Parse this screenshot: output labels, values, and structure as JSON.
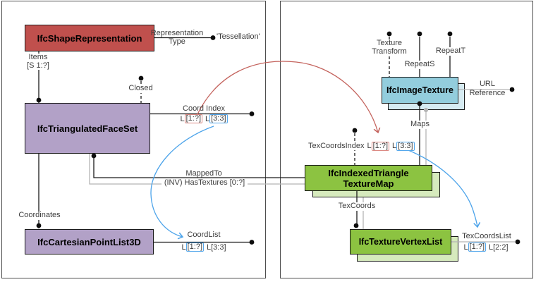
{
  "colors": {
    "entity_red": "#C0504D",
    "entity_purple": "#B2A1C7",
    "entity_blue": "#93CDDD",
    "entity_blue_shadow": "#D6EBF2",
    "entity_green": "#8CC341",
    "entity_green_shadow": "#D6EABD",
    "reference_curve_red": "#C4635D",
    "reference_curve_blue": "#4DA4EA",
    "line_black": "#1A1A1A",
    "line_gray": "#B5B5B5",
    "token_box_red": "#DC8A84",
    "token_box_blue": "#55A8EC"
  },
  "boxes": {
    "shape_representation": {
      "label": "IfcShapeRepresentation"
    },
    "triangulated_face_set": {
      "label": "IfcTriangulatedFaceSet"
    },
    "cartesian_point_list_3d": {
      "label": "IfcCartesianPointList3D"
    },
    "image_texture": {
      "label": "IfcImageTexture"
    },
    "indexed_triangle_texture_map": {
      "line1": "IfcIndexedTriangle",
      "line2": "TextureMap"
    },
    "texture_vertex_list": {
      "label": "IfcTextureVertexList"
    }
  },
  "labels": {
    "representation_type": {
      "line1": "Representation",
      "line2": "Type"
    },
    "tessellation_value": "'Tessellation'",
    "items": {
      "line1": "Items",
      "line2": "[S 1:?]"
    },
    "closed": "Closed",
    "coord_index": {
      "name": "Coord Index",
      "l1": "L",
      "b1": "[1:?]",
      "l2": "L",
      "b2": "[3:3]"
    },
    "mapped_to": "MappedTo",
    "inv_has_textures": "(INV) HasTextures [0:?]",
    "coordinates": "Coordinates",
    "coord_list": {
      "name": "CoordList",
      "l1": "L",
      "b1": "[1:?]",
      "l2": "L",
      "b2": "[3:3]"
    },
    "texture_transform": {
      "line1": "Texture",
      "line2": "Transform"
    },
    "repeat_s": "RepeatS",
    "repeat_t": "RepeatT",
    "url_reference": {
      "line1": "URL",
      "line2": "Reference"
    },
    "maps": "Maps",
    "tex_coords_index": {
      "name": "TexCoordsIndex",
      "l1": "L",
      "b1": "[1:?]",
      "l2": "L",
      "b2": "[3:3]"
    },
    "tex_coords": "TexCoords",
    "tex_coords_list": {
      "name": "TexCoordsList",
      "l1": "L",
      "b1": "[1:?]",
      "l2": "L",
      "b2": "[2:2]"
    }
  }
}
